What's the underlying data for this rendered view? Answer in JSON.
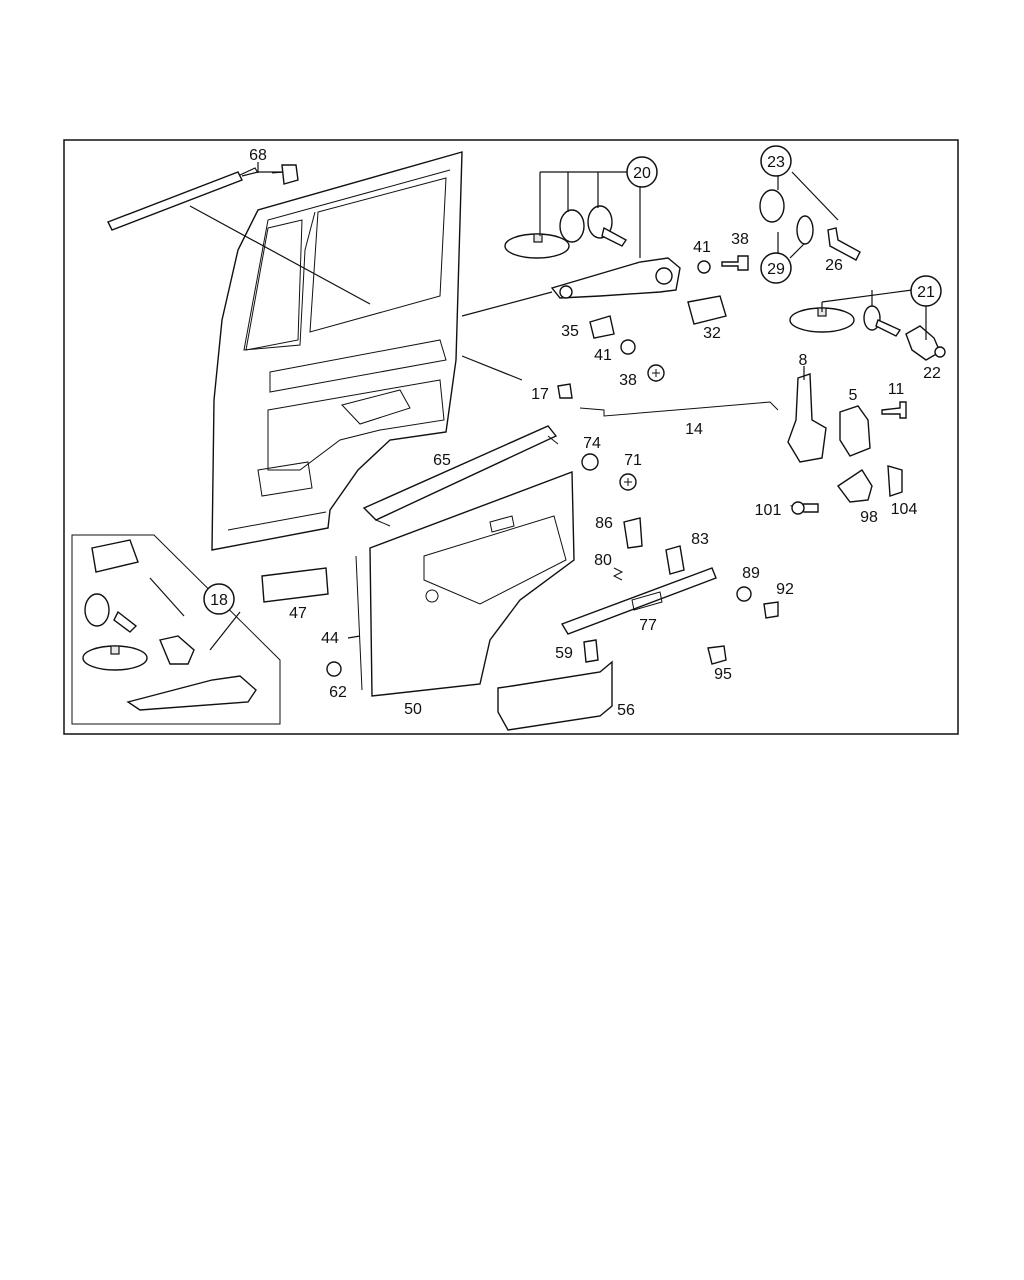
{
  "diagram": {
    "callouts": [
      "68",
      "20",
      "41",
      "38",
      "23",
      "29",
      "26",
      "21",
      "22",
      "35",
      "41",
      "32",
      "38",
      "17",
      "8",
      "5",
      "11",
      "14",
      "74",
      "71",
      "65",
      "101",
      "98",
      "104",
      "86",
      "83",
      "80",
      "89",
      "92",
      "47",
      "77",
      "44",
      "59",
      "95",
      "62",
      "50",
      "56",
      "18"
    ],
    "circled": [
      "20",
      "23",
      "29",
      "21",
      "18"
    ]
  }
}
